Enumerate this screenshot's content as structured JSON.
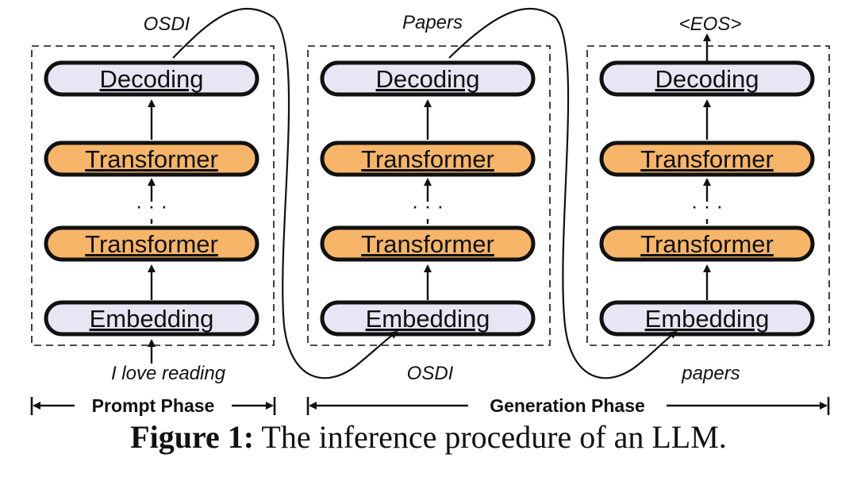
{
  "colors": {
    "decoding_fill": "#e8e6f4",
    "transformer_fill": "#f7b56a",
    "embedding_fill": "#e8e6f4",
    "stroke": "#111111"
  },
  "stacks": [
    {
      "top_label": "OSDI",
      "decoding": "Decoding",
      "transformer_top": "Transformer",
      "ellipsis": "⋮",
      "transformer_bottom": "Transformer",
      "embedding": "Embedding",
      "bottom_label": "I love reading"
    },
    {
      "top_label": "Papers",
      "decoding": "Decoding",
      "transformer_top": "Transformer",
      "ellipsis": "⋮",
      "transformer_bottom": "Transformer",
      "embedding": "Embedding",
      "bottom_label": "OSDI"
    },
    {
      "top_label": "<EOS>",
      "decoding": "Decoding",
      "transformer_top": "Transformer",
      "ellipsis": "⋮",
      "transformer_bottom": "Transformer",
      "embedding": "Embedding",
      "bottom_label": "papers"
    }
  ],
  "phases": {
    "prompt": "Prompt Phase",
    "generation": "Generation Phase"
  },
  "caption": {
    "prefix": "Figure 1:",
    "text": "The inference procedure of an LLM."
  }
}
